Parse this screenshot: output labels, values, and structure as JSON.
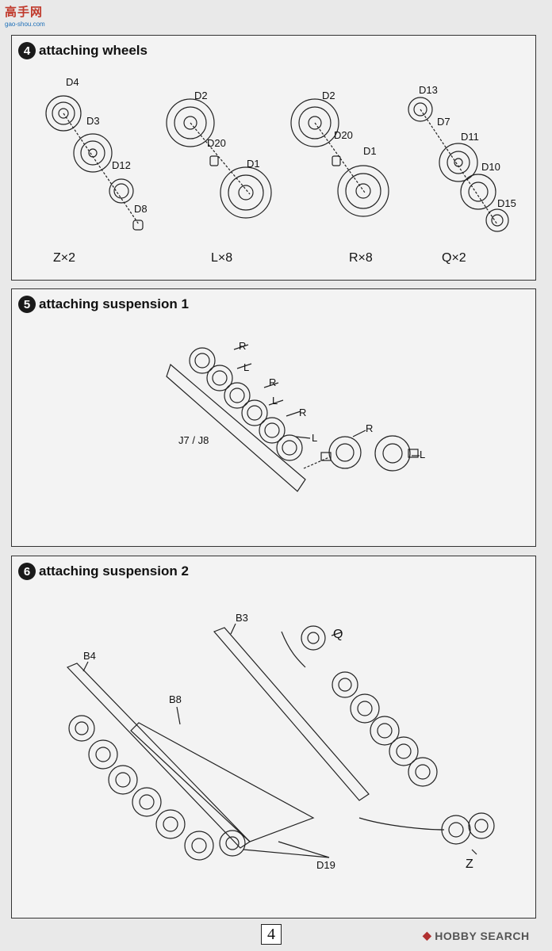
{
  "logo": {
    "name": "高手网",
    "url": "gao-shou.com"
  },
  "steps": [
    {
      "number": "4",
      "title": "attaching wheels",
      "parts": [
        "D4",
        "D3",
        "D12",
        "D8",
        "D2",
        "D20",
        "D1",
        "D2",
        "D20",
        "D1",
        "D13",
        "D7",
        "D11",
        "D10",
        "D15"
      ],
      "assemblies": [
        "Z×2",
        "L×8",
        "R×8",
        "Q×2"
      ]
    },
    {
      "number": "5",
      "title": "attaching suspension 1",
      "labels": [
        "R",
        "L",
        "R",
        "L",
        "R",
        "L",
        "R",
        "L"
      ],
      "part": "J7 / J8"
    },
    {
      "number": "6",
      "title": "attaching suspension 2",
      "parts": [
        "B3",
        "Q",
        "B4",
        "B8",
        "D19",
        "Z"
      ]
    }
  ],
  "page_number": "4",
  "watermark": "HOBBY SEARCH",
  "colors": {
    "ink": "#111111",
    "paper": "#f3f3f3",
    "background": "#e9e9e9"
  }
}
